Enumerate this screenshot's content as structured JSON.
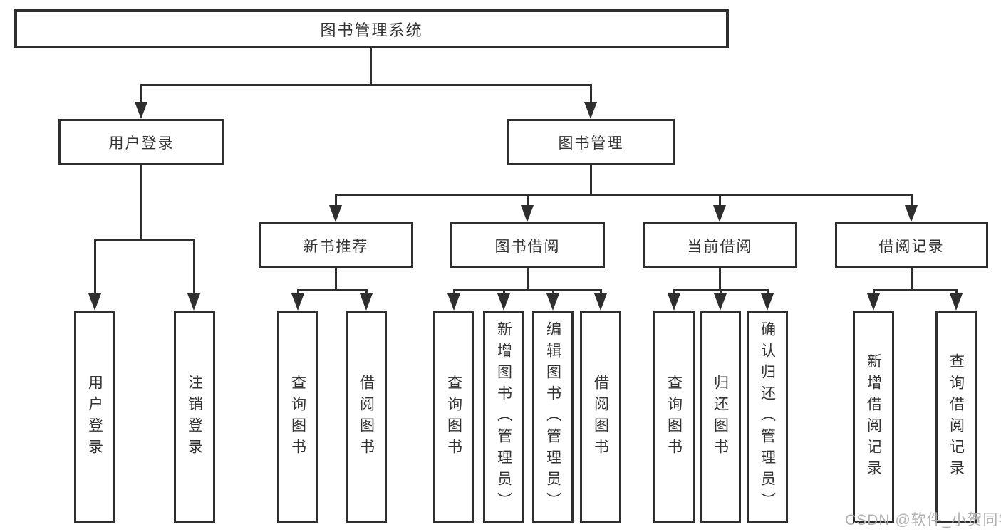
{
  "diagram": {
    "root": {
      "label": "图书管理系统"
    },
    "level1": [
      {
        "label": "用户登录"
      },
      {
        "label": "图书管理"
      }
    ],
    "level2": [
      {
        "label": "新书推荐"
      },
      {
        "label": "图书借阅"
      },
      {
        "label": "当前借阅"
      },
      {
        "label": "借阅记录"
      }
    ],
    "leaves": {
      "user_login": [
        "用户登录",
        "注销登录"
      ],
      "new_book": [
        "查询图书",
        "借阅图书"
      ],
      "book_borrow": [
        "查询图书",
        "新增图书（管理员）",
        "编辑图书（管理员）",
        "借阅图书"
      ],
      "current_borrow": [
        "查询图书",
        "归还图书",
        "确认归还（管理员）"
      ],
      "borrow_record": [
        "新增借阅记录",
        "查询借阅记录"
      ]
    }
  },
  "colors": {
    "line": "#2e2e2e",
    "box_background": "#ffffff",
    "text": "#333333",
    "watermark": "#b2b2b2"
  },
  "watermark": "CSDN @软件_小贺同学"
}
